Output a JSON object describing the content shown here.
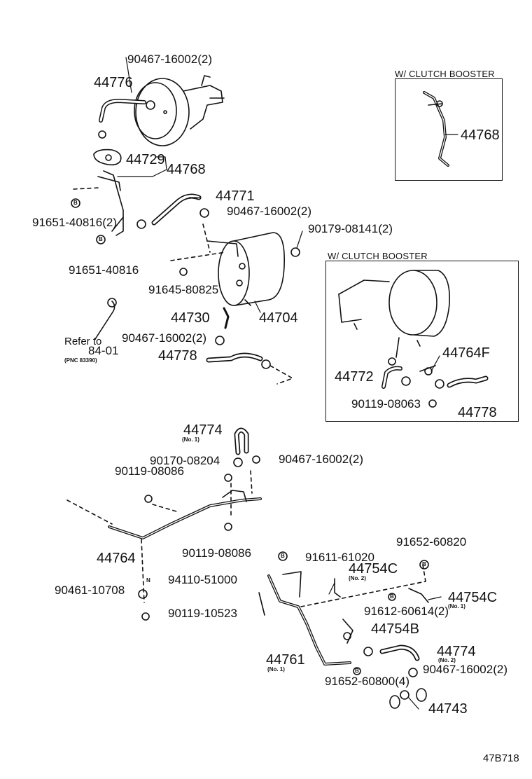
{
  "figure_code": "47B718",
  "insets": {
    "top": {
      "title": "W/ CLUTCH BOOSTER",
      "part": "44768"
    },
    "middle": {
      "title": "W/ CLUTCH BOOSTER",
      "parts": [
        "44764F",
        "44772",
        "90119-08063",
        "44778"
      ]
    }
  },
  "reference_note": {
    "line1": "Refer to",
    "line2": "84-01",
    "line3": "(PNC 83390)"
  },
  "sub_notes": {
    "no1": "(No. 1)",
    "no2": "(No. 2)"
  },
  "markers": {
    "b": "B",
    "n": "N"
  },
  "callouts": {
    "c01": "90467-16002(2)",
    "c02": "44776",
    "c03": "44729",
    "c04": "44768",
    "c05": "44771",
    "c06": "90467-16002(2)",
    "c07": "91651-40816(2)",
    "c08": "90179-08141(2)",
    "c09": "91651-40816",
    "c10": "91645-80825",
    "c11": "44730",
    "c12": "44704",
    "c13": "90467-16002(2)",
    "c14": "44778",
    "c15": "44774",
    "c16": "90170-08204",
    "c17": "90467-16002(2)",
    "c18": "90119-08086",
    "c19": "44764",
    "c20": "90119-08086",
    "c21": "90461-10708",
    "c22": "94110-51000",
    "c23": "90119-10523",
    "c24": "91611-61020",
    "c25": "44754C",
    "c26": "91652-60820",
    "c27": "44754C",
    "c28": "91612-60614(2)",
    "c29": "44754B",
    "c30": "44761",
    "c31": "44774",
    "c32": "91652-60800(4)",
    "c33": "90467-16002(2)",
    "c34": "44743"
  }
}
